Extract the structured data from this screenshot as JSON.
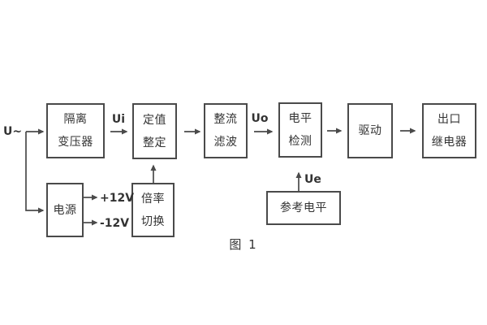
{
  "figure": {
    "caption": "图 1",
    "labels": {
      "input": "U~",
      "ui": "Ui",
      "uo": "Uo",
      "ue": "Ue",
      "rail_pos": "+12V",
      "rail_neg": "-12V"
    },
    "blocks": {
      "isolation_transformer": {
        "line1": "隔离",
        "line2": "变压器"
      },
      "value_setting": {
        "line1": "定值",
        "line2": "整定"
      },
      "rectify_filter": {
        "line1": "整流",
        "line2": "滤波"
      },
      "level_detect": {
        "line1": "电平",
        "line2": "检测"
      },
      "drive": {
        "line1": "驱动"
      },
      "output_relay": {
        "line1": "出口",
        "line2": "继电器"
      },
      "power": {
        "line1": "电源"
      },
      "ratio_switch": {
        "line1": "倍率",
        "line2": "切换"
      },
      "reference_level": {
        "line1": "参考电平"
      }
    },
    "colors": {
      "line": "#4a4a4a",
      "text": "#333333",
      "background": "#ffffff"
    }
  }
}
